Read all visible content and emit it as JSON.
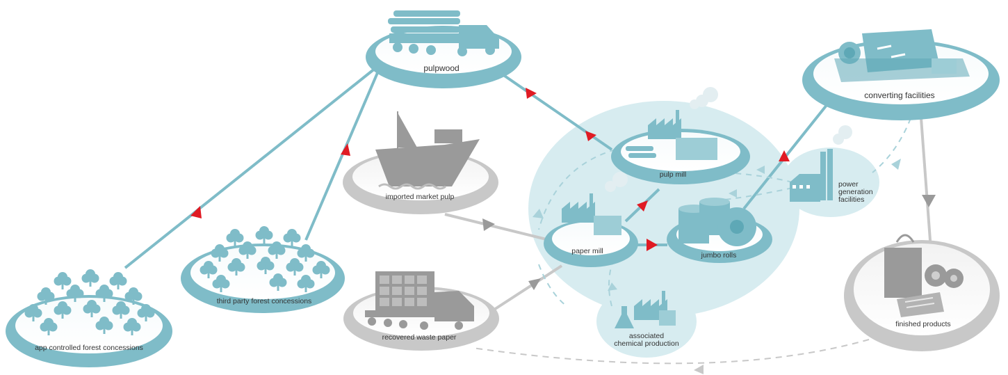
{
  "colors": {
    "teal": "#7fbcc8",
    "teal_dark": "#5ea8b6",
    "teal_light": "#d7ecf0",
    "teal_pale": "#e8f4f6",
    "grey": "#c8c8c8",
    "grey_dark": "#9a9a9a",
    "red": "#e01b24"
  },
  "nodes": {
    "pulpwood": {
      "label": "pulpwood",
      "icon": "log-truck-icon"
    },
    "converting": {
      "label": "converting facilities",
      "icon": "converting-machine-icon"
    },
    "imported_pulp": {
      "label": "imported market pulp",
      "icon": "cargo-ship-icon"
    },
    "pulp_mill": {
      "label": "pulp mill",
      "icon": "factory-icon"
    },
    "power": {
      "label_lines": [
        "power",
        "generation",
        "facilities"
      ],
      "icon": "power-plant-icon"
    },
    "paper_mill": {
      "label": "paper mill",
      "icon": "factory-icon"
    },
    "jumbo_rolls": {
      "label": "jumbo rolls",
      "icon": "paper-rolls-icon"
    },
    "third_party": {
      "label": "third party forest concessions",
      "icon": "trees-icon"
    },
    "app_forest": {
      "label": "app controlled forest concessions",
      "icon": "trees-icon"
    },
    "waste_paper": {
      "label": "recovered waste paper",
      "icon": "recycling-truck-icon"
    },
    "chemical": {
      "label_lines": [
        "associated",
        "chemical production"
      ],
      "icon": "chemical-flask-icon"
    },
    "finished": {
      "label": "finished products",
      "icon": "shopping-bag-icon"
    }
  }
}
